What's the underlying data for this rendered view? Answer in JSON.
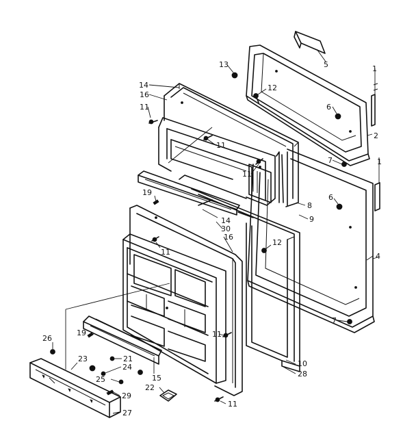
{
  "labels": {
    "p1a": "1",
    "p1b": "1",
    "p2": "2",
    "p4": "4",
    "p5": "5",
    "p6a": "6",
    "p6b": "6",
    "p7a": "7",
    "p7b": "7",
    "p8": "8",
    "p9": "9",
    "p10": "10",
    "p11a": "11",
    "p11b": "11",
    "p11c": "11",
    "p11d": "11",
    "p11e": "11",
    "p11f": "11",
    "p12a": "12",
    "p12b": "12",
    "p13": "13",
    "p14a": "14",
    "p14b": "14",
    "p15": "15",
    "p16a": "16",
    "p16b": "16",
    "p19a": "19",
    "p19b": "19",
    "p21": "21",
    "p22": "22",
    "p23": "23",
    "p24": "24",
    "p25": "25",
    "p26": "26",
    "p27": "27",
    "p28": "28",
    "p29": "29",
    "p30": "30"
  }
}
